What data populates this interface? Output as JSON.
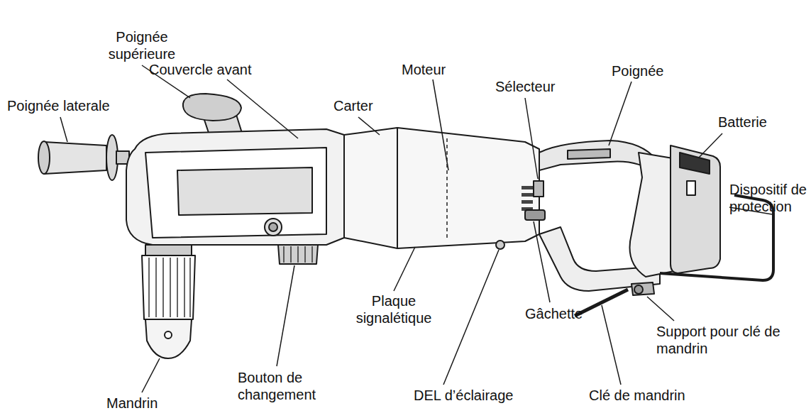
{
  "diagram": {
    "labels": [
      "Poignée supérieure",
      "Poignée laterale",
      "Couvercle avant",
      "Carter",
      "Moteur",
      "Sélecteur",
      "Poignée",
      "Batterie",
      "Dispositif de protection",
      "Plaque signalétique",
      "Gâchette",
      "Support pour clé de mandrin",
      "Mandrin",
      "Bouton de changement",
      "DEL d’éclairage",
      "Clé de mandrin"
    ]
  }
}
